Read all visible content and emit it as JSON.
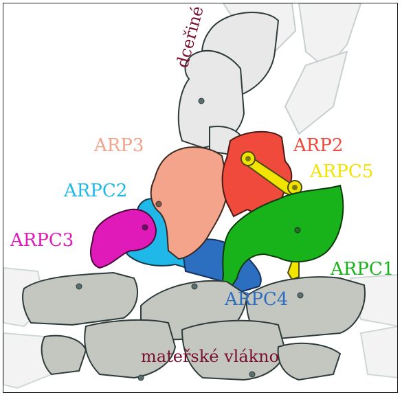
{
  "labels": {
    "daughter": "dceřiné vlákno",
    "mother": "mateřské vlákno",
    "arp3": "ARP3",
    "arp2": "ARP2",
    "arpc5": "ARPC5",
    "arpc2": "ARPC2",
    "arpc3": "ARPC3",
    "arpc1": "ARPC1",
    "arpc4": "ARPC4"
  },
  "colors": {
    "daughter_text": "#7a1030",
    "mother_text": "#7a1030",
    "arp3": "#f4a48a",
    "arp2": "#f04a3c",
    "arpc5": "#f0e400",
    "arpc2": "#1fb8e8",
    "arpc3": "#e01ab8",
    "arpc1": "#18b21a",
    "arpc4": "#2c6ec0"
  }
}
